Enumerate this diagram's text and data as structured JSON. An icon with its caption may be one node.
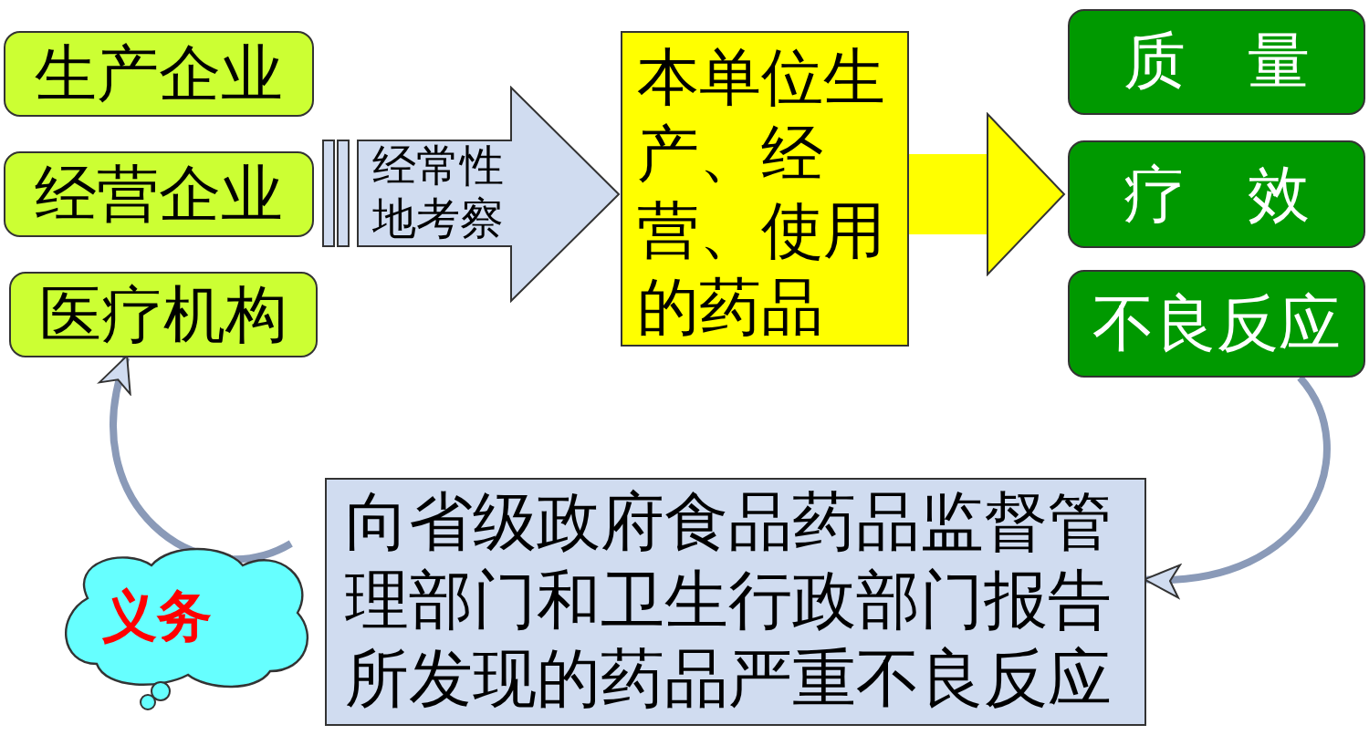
{
  "diagram": {
    "nodes": [
      {
        "text": [
          "生产企业"
        ]
      },
      {
        "text": [
          "经营企业"
        ]
      },
      {
        "text": [
          "医疗机构"
        ]
      },
      {
        "text": [
          "经常性地考察"
        ]
      },
      {
        "text": [
          "本单位生产、经营、使用的药品"
        ]
      },
      {
        "text": [
          "质量"
        ]
      },
      {
        "text": [
          "疗效"
        ]
      },
      {
        "text": [
          "不良反应"
        ]
      },
      {
        "text": [
          "向省级政府食品药品监督管理部门和卫生行政部门报告所发现的药品严重不良反应"
        ]
      },
      {
        "text": [
          "义务"
        ]
      }
    ],
    "edges": [
      {
        "from": 4,
        "to": 6,
        "arrow": "to",
        "style": "thick",
        "color": "#ffff00"
      },
      {
        "from": 7,
        "to": 8,
        "arrow": "to"
      },
      {
        "from": 9,
        "to": 2,
        "arrow": "to"
      }
    ]
  }
}
